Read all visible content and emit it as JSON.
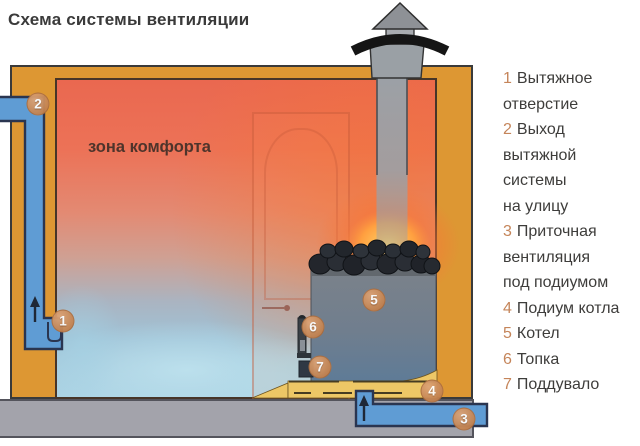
{
  "title": "Схема системы вентиляции",
  "room": {
    "comfort_zone_label": "зона комфорта"
  },
  "legend": {
    "items": [
      {
        "num": "1",
        "text": "Вытяжное\nотверстие"
      },
      {
        "num": "2",
        "text": "Выход\nвытяжной\nсистемы\nна улицу"
      },
      {
        "num": "3",
        "text": "Приточная\nвентиляция\nпод подиумом"
      },
      {
        "num": "4",
        "text": "Подиум котла"
      },
      {
        "num": "5",
        "text": "Котел"
      },
      {
        "num": "6",
        "text": "Топка"
      },
      {
        "num": "7",
        "text": "Поддувало"
      }
    ]
  },
  "markers": [
    {
      "label": "1"
    },
    {
      "label": "2"
    },
    {
      "label": "3"
    },
    {
      "label": "4"
    },
    {
      "label": "5"
    },
    {
      "label": "6"
    },
    {
      "label": "7"
    }
  ],
  "colors": {
    "wall": "#dd9733",
    "hot_zone": "#ea6850",
    "cool_zone": "#abd3e4",
    "pipe_blue": "#5f9cd4",
    "podium_yellow": "#edc766",
    "stove_gray": "#6e7c8c",
    "floor_gray": "#a3a3ab",
    "marker_circle": "#c98b5e",
    "legend_number": "#c5855a",
    "text_dark": "#3a3a3a"
  }
}
